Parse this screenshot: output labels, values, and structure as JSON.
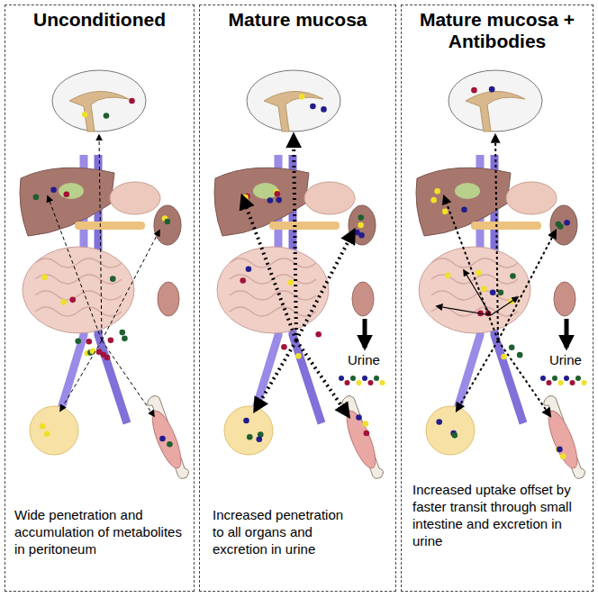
{
  "diagram": {
    "nodes": [
      {
        "text": [
          "Unconditioned",
          "Wide penetration and accumulation of metabolites in peritoneum"
        ]
      },
      {
        "text": [
          "Mature mucosa",
          "Increased penetration to all organs and excretion in urine"
        ]
      },
      {
        "text": [
          "Mature mucosa + Antibodies",
          "Increased uptake offset by faster transit through small intestine and excretion in urine"
        ]
      }
    ],
    "labels": [
      "Urine",
      "Urine"
    ]
  }
}
